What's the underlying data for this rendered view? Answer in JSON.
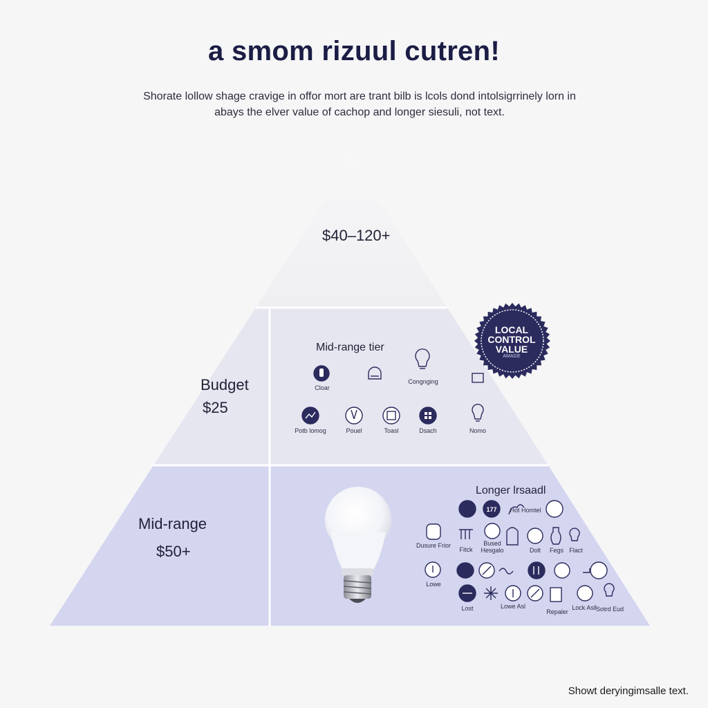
{
  "title": "a smom rizuul cutren!",
  "subtitle_lines": [
    "Shorate lollow shage cravige in offor mort are trant bilb is lcols dond intolsigrrinely lorn in",
    "abays the elver value of cachop and longer siesuli, not text."
  ],
  "top_tier": {
    "price": "$40–120+"
  },
  "middle_tier": {
    "side_label": "Budget",
    "side_price": "$25",
    "panel_title": "Mid-range tier",
    "icon_labels": [
      "Cloar",
      "Congnging",
      "Potb lomog",
      "Pouel",
      "Toasl",
      "Dsach",
      "Nomo"
    ]
  },
  "bottom_tier": {
    "side_label": "Mid-range",
    "side_price": "$50+",
    "panel_title": "Longer lrsaadl",
    "icon_labels": [
      "Hot Homtel",
      "Dusure Frior",
      "Fitck",
      "Bused Hesgalo",
      "Dolt",
      "Fegs",
      "Flact",
      "Lowe",
      "Lost",
      "Lowe Asl",
      "Repaler",
      "Lock Asll",
      "Sotrd Eud"
    ]
  },
  "seal": {
    "text": "LOCAL CONTROL VALUE",
    "sub": "AMAGE"
  },
  "footer": "Showt deryingimsalle text.",
  "colors": {
    "top_tier": "#f0f0f2",
    "middle_tier": "#e5e5f1",
    "bottom_tier": "#d3d4ef",
    "seal": "#2c2b5e",
    "title": "#1b1d45"
  },
  "icons": [
    "plug-icon",
    "lamp-icon",
    "bulb-icon",
    "sensor-icon",
    "chart-icon",
    "switch-icon",
    "outlet-icon",
    "grid-icon",
    "bulb-outline-icon",
    "light-bulb-icon"
  ]
}
